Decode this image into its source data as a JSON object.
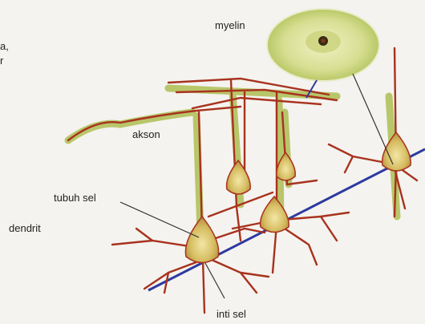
{
  "labels": {
    "myelin": "myelin",
    "akson": "akson",
    "tubuh_sel": "tubuh sel",
    "dendrit": "dendrit",
    "inti_sel": "inti sel"
  },
  "edge_text": {
    "line1": "a,",
    "line2": "r"
  },
  "colors": {
    "background": "#f4f3ef",
    "neuron": "#a8321e",
    "myelin_fuzz": "#a4b83e",
    "cell_body": "#d9c36a",
    "axon_line": "#2c3aa0",
    "leader_line": "#333333"
  }
}
